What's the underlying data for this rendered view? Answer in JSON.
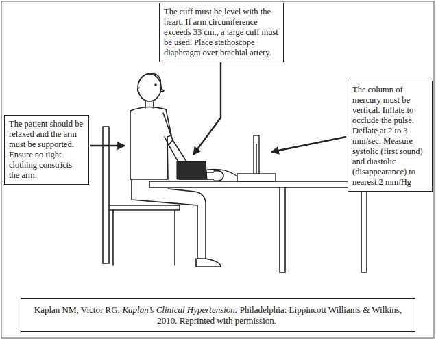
{
  "diagram": {
    "nodes": [
      {
        "text": [
          "The patient should be relaxed and the arm must be supported. Ensure no tight clothing constricts the arm."
        ]
      },
      {
        "text": [
          "The cuff must be level with the heart. If arm circumference exceeds 33 cm., a large cuff must be used. Place stethoscope diaphragm over brachial artery."
        ]
      },
      {
        "text": [
          "The column of mercury must be vertical. Inflate to occlude the pulse. Deflate at 2 to 3 mm/sec. Measure systolic (first sound) and diastolic (disappearance) to nearest 2 mm/Hg"
        ]
      },
      {
        "text": [
          "Kaplan NM, Victor RG.",
          "Kaplan’s Clinical Hypertension.",
          "Philadelphia: Lippincott Williams & Wilkins, 2010. Reprinted with permission."
        ]
      }
    ]
  }
}
